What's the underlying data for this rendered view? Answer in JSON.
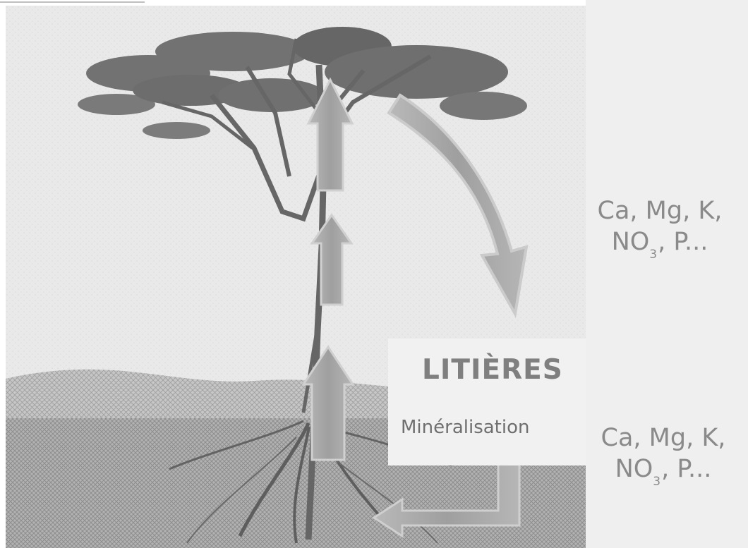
{
  "labels": {
    "litter": "LITIÈRES",
    "mineralisation": "Minéralisation"
  },
  "nutrients_upper": {
    "line1": "Ca, Mg, K,",
    "line2_prefix": "NO",
    "line2_subscript": "3",
    "line2_suffix": ", P..."
  },
  "nutrients_lower": {
    "line1": "Ca, Mg, K,",
    "line2_prefix": "NO",
    "line2_subscript": "3",
    "line2_suffix": ", P..."
  },
  "colors": {
    "sky": "#e7e7e7",
    "soil": "#a9a9a9",
    "tree": "#686868",
    "arrow": "#a5a5a5",
    "arrow_outline": "#c8c8c8",
    "text": "#8a8a8a"
  },
  "icons": {
    "tree": "tree-icon",
    "arrow_up": "arrow-up-icon",
    "arrow_down": "arrow-down-icon",
    "arrow_return": "arrow-return-icon"
  }
}
